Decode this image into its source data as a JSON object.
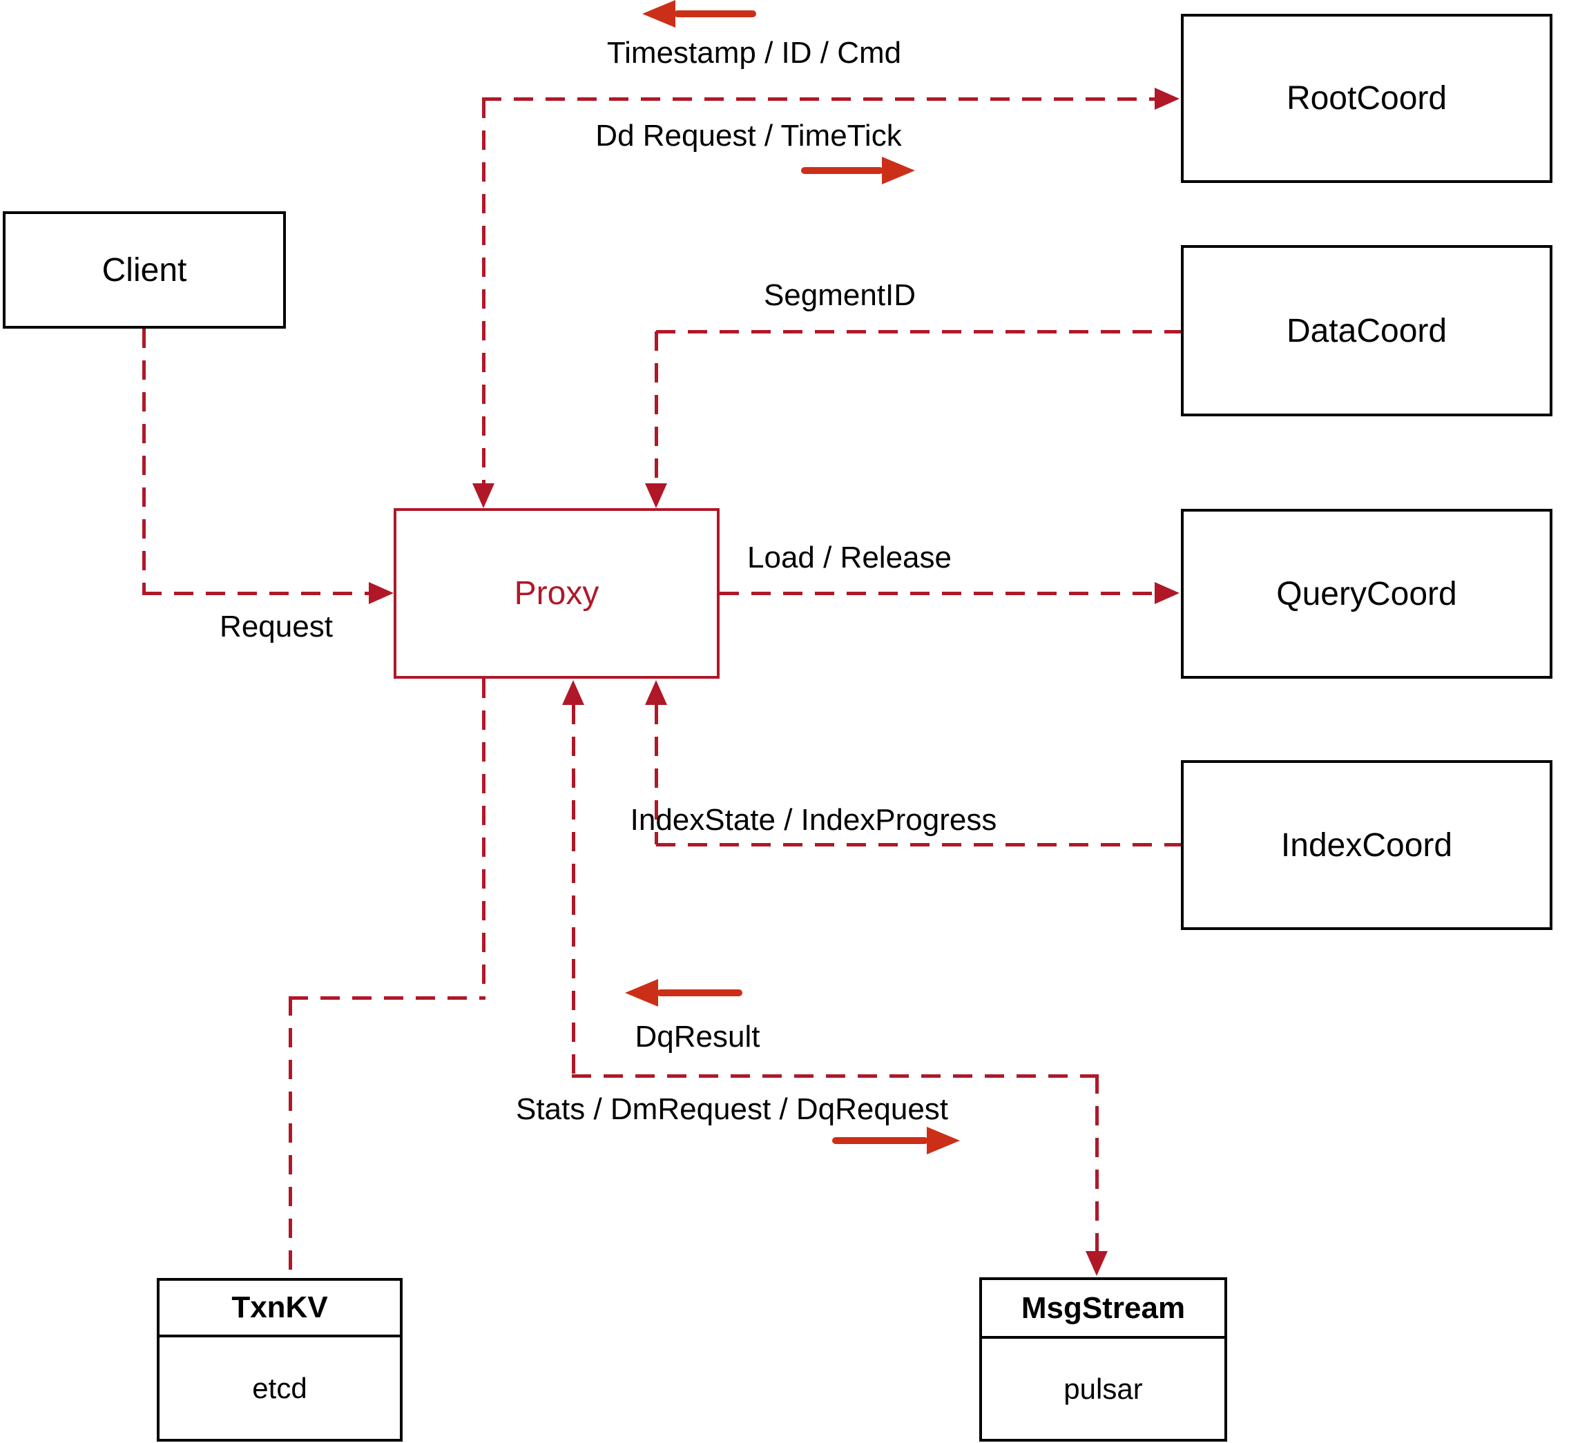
{
  "diagram": {
    "title_hint": "proxy-coordinator-architecture",
    "nodes": {
      "client": {
        "label": "Client"
      },
      "rootcoord": {
        "label": "RootCoord"
      },
      "datacoord": {
        "label": "DataCoord"
      },
      "querycoord": {
        "label": "QueryCoord"
      },
      "indexcoord": {
        "label": "IndexCoord"
      },
      "proxy": {
        "label": "Proxy"
      },
      "txnkv": {
        "title": "TxnKV",
        "impl": "etcd"
      },
      "msgstream": {
        "title": "MsgStream",
        "impl": "pulsar"
      }
    },
    "edge_labels": {
      "timestamp_id_cmd": "Timestamp / ID / Cmd",
      "dd_request_timetick": "Dd Request / TimeTick",
      "segment_id": "SegmentID",
      "load_release": "Load / Release",
      "index_state": "IndexState / IndexProgress",
      "request": "Request",
      "dq_result": "DqResult",
      "stats_dm_dq": "Stats / DmRequest / DqRequest"
    },
    "colors": {
      "dashed_edge": "#b01828",
      "solid_arrow": "#cc2f18",
      "box_border": "#000000",
      "proxy_accent": "#b01828",
      "background": "#ffffff"
    }
  }
}
